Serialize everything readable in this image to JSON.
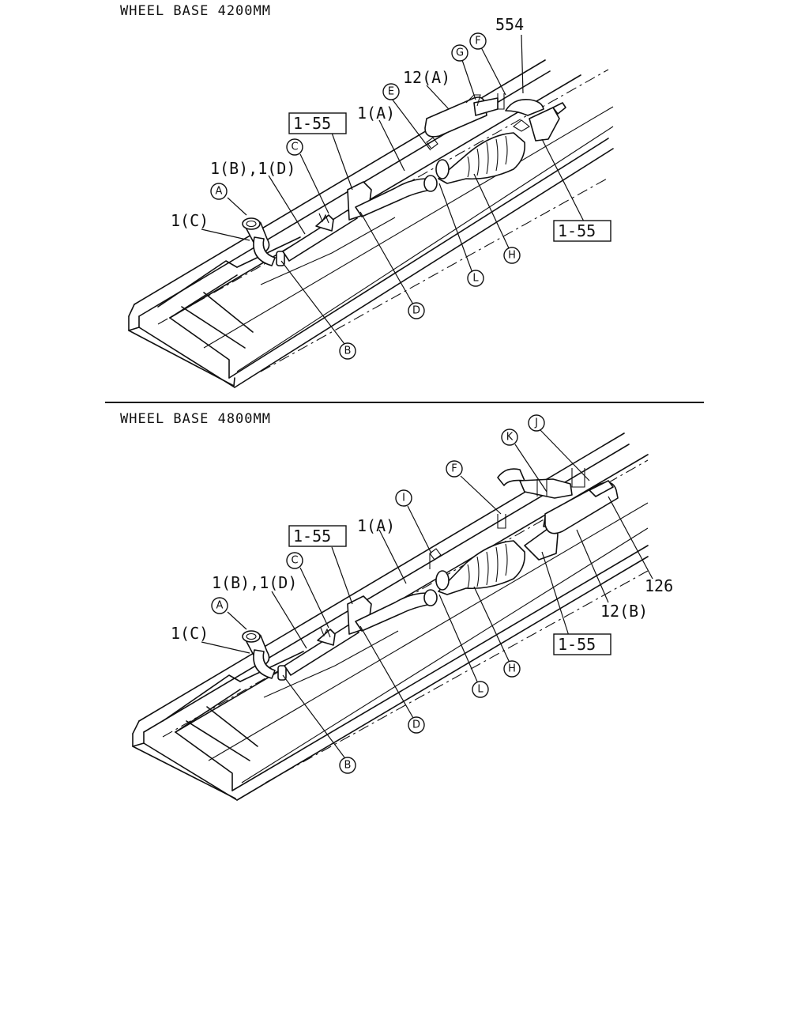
{
  "diagram1": {
    "title": "WHEEL BASE 4200MM",
    "labels": {
      "part554": "554",
      "part12a": "12(A)",
      "part1a": "1(A)",
      "part1b1d": "1(B),1(D)",
      "part1c": "1(C)",
      "ref_upper": "1-55",
      "ref_lower": "1-55"
    },
    "callouts": {
      "A": "A",
      "B": "B",
      "C": "C",
      "D": "D",
      "E": "E",
      "F": "F",
      "G": "G",
      "H": "H",
      "L": "L"
    }
  },
  "diagram2": {
    "title": "WHEEL BASE 4800MM",
    "labels": {
      "part1a": "1(A)",
      "part1b1d": "1(B),1(D)",
      "part1c": "1(C)",
      "part126": "126",
      "part12b": "12(B)",
      "ref_upper": "1-55",
      "ref_lower": "1-55"
    },
    "callouts": {
      "A": "A",
      "B": "B",
      "C": "C",
      "D": "D",
      "F": "F",
      "H": "H",
      "I": "I",
      "J": "J",
      "K": "K",
      "L": "L"
    }
  }
}
